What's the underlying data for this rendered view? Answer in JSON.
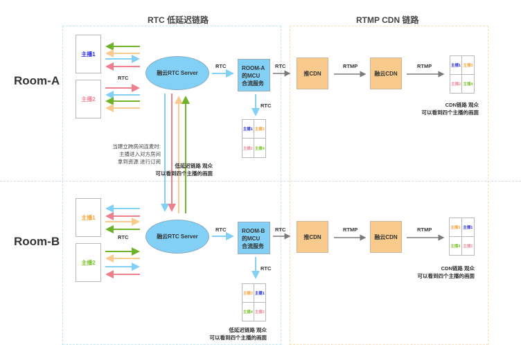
{
  "colors": {
    "blue": "#82d0f5",
    "pink": "#ee7f8c",
    "orange": "#f9cb8f",
    "green": "#6fb32a",
    "gray_arrow": "#7a7a7a",
    "anchor1_text": "#2b2fe0",
    "anchor2_text": "#f28a9a",
    "anchor3_text": "#f5a33c",
    "anchor4_text": "#7cc32e"
  },
  "sections": {
    "rtc_title": "RTC 低延迟链路",
    "cdn_title": "RTMP CDN 链路"
  },
  "room_a": {
    "label": "Room-A",
    "anchors": [
      {
        "label": "主播1",
        "color": "#2b2fe0"
      },
      {
        "label": "主播2",
        "color": "#f28a9a"
      }
    ],
    "anchor_link_label": "RTC",
    "server_label": "融云RTC Server",
    "server_to_mcu_label": "RTC",
    "mcu_lines": [
      "ROOM-A",
      "的MCU",
      "合流服务"
    ],
    "mcu_to_cdn_label": "RTC",
    "mcu_to_viewer_label": "RTC",
    "push_cdn_label": "推CDN",
    "push_to_rong_label": "RTMP",
    "rong_cdn_label": "融云CDN",
    "rong_to_viewer_label": "RTMP",
    "rtc_viewer_grid": [
      {
        "label": "主播1",
        "color": "#2b2fe0"
      },
      {
        "label": "主播3",
        "color": "#f5a33c"
      },
      {
        "label": "主播2",
        "color": "#f28a9a"
      },
      {
        "label": "主播4",
        "color": "#7cc32e"
      }
    ],
    "rtc_viewer_caption": [
      "低延迟链路 观众",
      "可以看到四个主播的画面"
    ],
    "cdn_viewer_grid": [
      {
        "label": "主播1",
        "color": "#2b2fe0"
      },
      {
        "label": "主播3",
        "color": "#f5a33c"
      },
      {
        "label": "主播2",
        "color": "#f28a9a"
      },
      {
        "label": "主播4",
        "color": "#7cc32e"
      }
    ],
    "cdn_viewer_caption": [
      "CDN链路 观众",
      "可以看到四个主播的画面"
    ]
  },
  "room_b": {
    "label": "Room-B",
    "anchors": [
      {
        "label": "主播1",
        "color": "#f5a33c"
      },
      {
        "label": "主播2",
        "color": "#7cc32e"
      }
    ],
    "anchor_link_label": "RTC",
    "server_label": "融云RTC Server",
    "server_to_mcu_label": "RTC",
    "mcu_lines": [
      "ROOM-B",
      "的MCU",
      "合流服务"
    ],
    "mcu_to_cdn_label": "RTC",
    "mcu_to_viewer_label": "RTC",
    "push_cdn_label": "推CDN",
    "push_to_rong_label": "RTMP",
    "rong_cdn_label": "融云CDN",
    "rong_to_viewer_label": "RTMP",
    "rtc_viewer_grid": [
      {
        "label": "主播3",
        "color": "#f5a33c"
      },
      {
        "label": "主播1",
        "color": "#2b2fe0"
      },
      {
        "label": "主播4",
        "color": "#7cc32e"
      },
      {
        "label": "主播2",
        "color": "#f28a9a"
      }
    ],
    "rtc_viewer_caption": [
      "低延迟链路 观众",
      "可以看到四个主播的画面"
    ],
    "cdn_viewer_grid": [
      {
        "label": "主播3",
        "color": "#f5a33c"
      },
      {
        "label": "主播1",
        "color": "#2b2fe0"
      },
      {
        "label": "主播4",
        "color": "#7cc32e"
      },
      {
        "label": "主播2",
        "color": "#f28a9a"
      }
    ],
    "cdn_viewer_caption": [
      "CDN链路 观众",
      "可以看到四个主播的画面"
    ]
  },
  "cross_room_note": [
    "当建立跨房间连麦时:",
    "主播进入对方房间",
    "拿到资源 进行订阅"
  ]
}
